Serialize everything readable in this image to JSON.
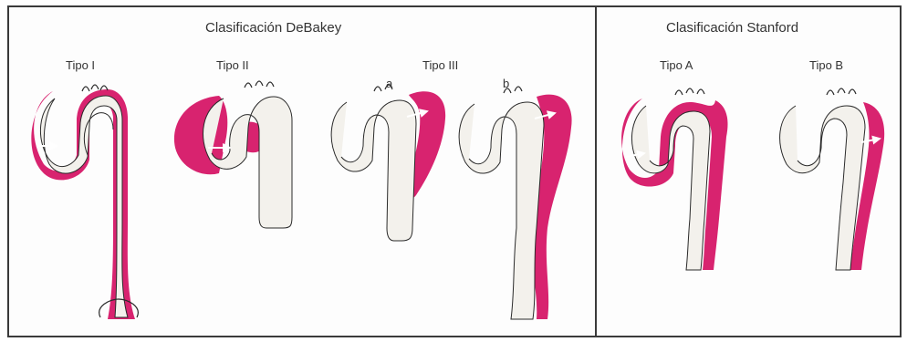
{
  "debakey": {
    "title": "Clasificación DeBakey",
    "tipo_1": "Tipo I",
    "tipo_2": "Tipo II",
    "tipo_3": "Tipo III",
    "sub_a": "a",
    "sub_b": "b"
  },
  "stanford": {
    "title": "Clasificación Stanford",
    "tipo_a": "Tipo A",
    "tipo_b": "Tipo B"
  },
  "colors": {
    "dissection": "#d8236f",
    "dissection_light": "#e64a8c",
    "vessel": "#f3f1ec",
    "outline": "#2a2a2a",
    "frame": "#3a3a3a"
  }
}
